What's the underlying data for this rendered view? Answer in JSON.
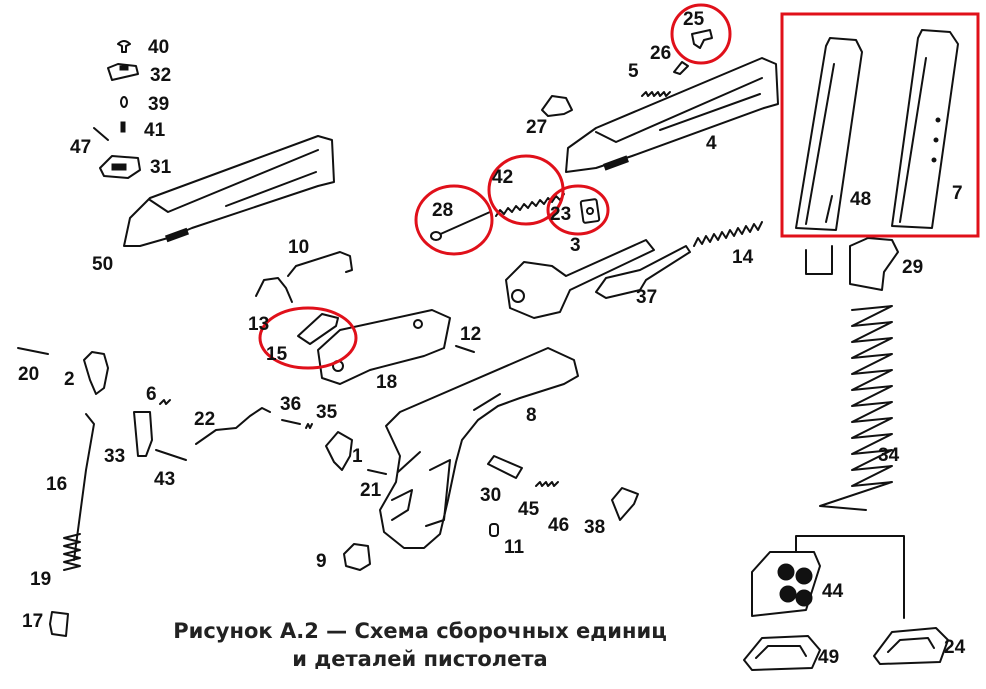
{
  "caption": {
    "line1": "Рисунок А.2 — Схема сборочных единиц",
    "line2": "и деталей пистолета"
  },
  "colors": {
    "highlight": "#e0101a",
    "ink": "#111111"
  },
  "part_labels": {
    "p1": "1",
    "p2": "2",
    "p3": "3",
    "p4": "4",
    "p5": "5",
    "p6": "6",
    "p7": "7",
    "p8": "8",
    "p9": "9",
    "p10": "10",
    "p11": "11",
    "p12": "12",
    "p13": "13",
    "p14": "14",
    "p15": "15",
    "p16": "16",
    "p17": "17",
    "p18": "18",
    "p19": "19",
    "p20": "20",
    "p21": "21",
    "p22": "22",
    "p23": "23",
    "p24": "24",
    "p25": "25",
    "p26": "26",
    "p27": "27",
    "p28": "28",
    "p29": "29",
    "p30": "30",
    "p31": "31",
    "p32": "32",
    "p33": "33",
    "p34": "34",
    "p35": "35",
    "p36": "36",
    "p37": "37",
    "p38": "38",
    "p39": "39",
    "p40": "40",
    "p41": "41",
    "p42": "42",
    "p43": "43",
    "p44": "44",
    "p45": "45",
    "p46": "46",
    "p47": "47",
    "p48": "48",
    "p49": "49",
    "p50": "50"
  }
}
